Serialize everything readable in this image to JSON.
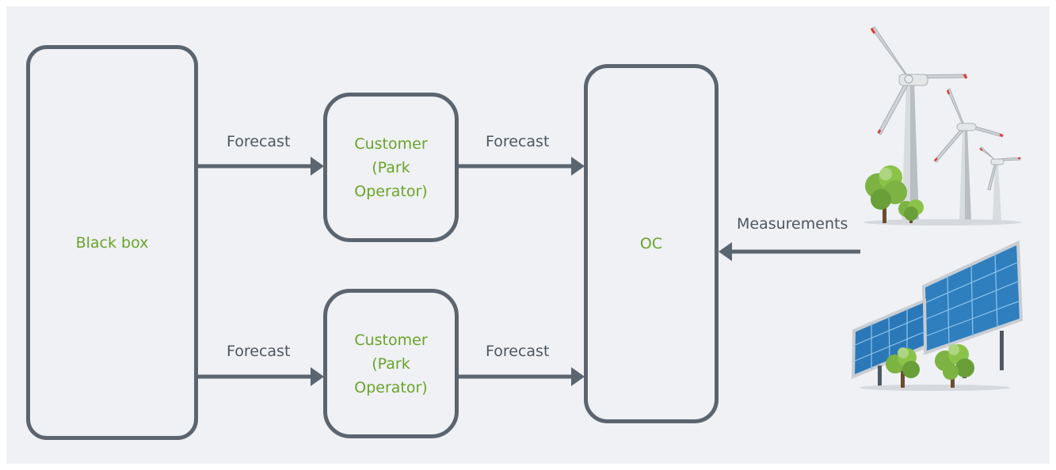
{
  "colors": {
    "node_text": "#6aa329",
    "edge_text": "#4d5660",
    "stroke": "#5b6570",
    "background": "#eff1f4"
  },
  "nodes": {
    "black_box": "Black box",
    "customer_top": "Customer\n(Park\nOperator)",
    "customer_bottom": "Customer\n(Park\nOperator)",
    "oc": "OC"
  },
  "edges": {
    "bb_to_customer_top": "Forecast",
    "customer_top_to_oc": "Forecast",
    "bb_to_customer_bottom": "Forecast",
    "customer_bottom_to_oc": "Forecast",
    "measurements": "Measurements"
  },
  "icons": [
    "wind-turbines-icon",
    "solar-panels-icon",
    "tree-icon"
  ]
}
